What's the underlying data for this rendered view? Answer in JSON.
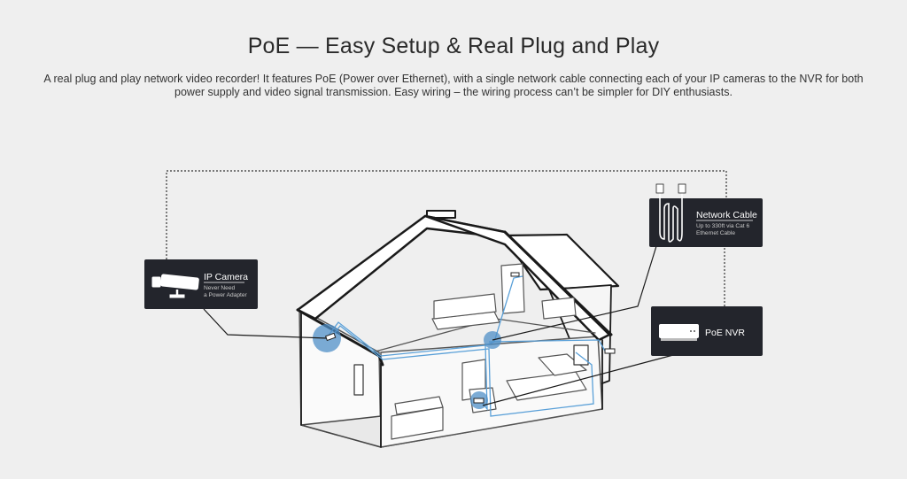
{
  "header": {
    "title": "PoE — Easy Setup & Real Plug and Play",
    "description": "A real plug and play network video recorder! It features PoE (Power over Ethernet), with a single network cable connecting each of your IP cameras to the NVR for both power supply and video signal transmission. Easy wiring – the wiring process can’t be simpler for DIY enthusiasts."
  },
  "labels": {
    "ip_camera": {
      "title": "IP Camera",
      "sub1": "Never Need",
      "sub2": "a Power Adapter",
      "icon": "security-camera-icon"
    },
    "network_cable": {
      "title": "Network Cable",
      "sub1": "Up to 330ft via Cat 6",
      "sub2": "Ethernet Cable",
      "icon": "ethernet-cable-icon"
    },
    "poe_nvr": {
      "title": "PoE NVR",
      "icon": "nvr-device-icon"
    }
  },
  "colors": {
    "background": "#efefef",
    "label_box": "#23252c",
    "cable": "#5aa0d8",
    "highlight": "#4f8fc7"
  }
}
